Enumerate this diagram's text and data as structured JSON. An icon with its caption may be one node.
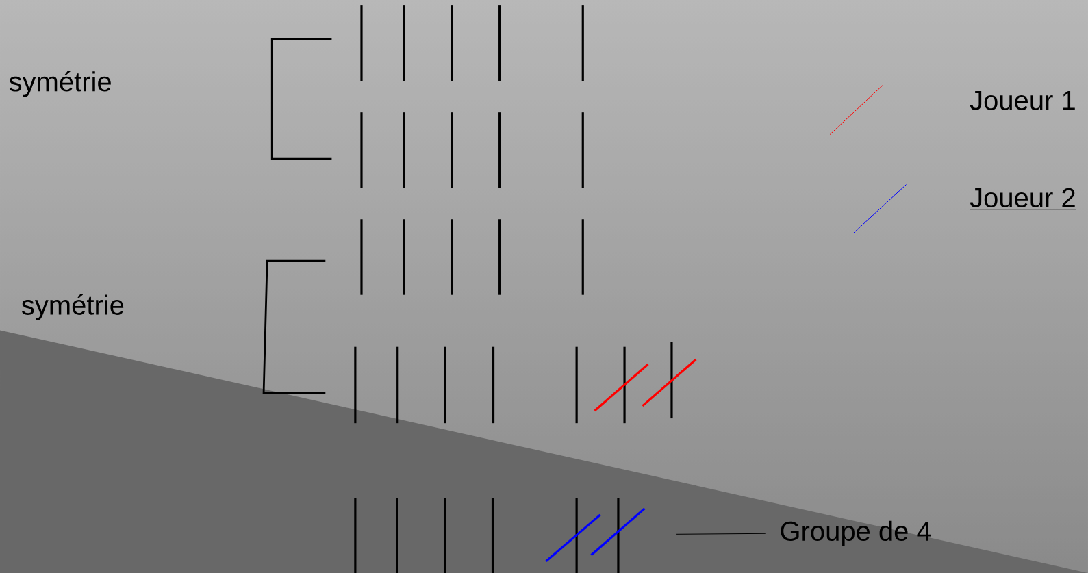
{
  "diagram": {
    "nodes": [
      {
        "text": [],
        "shape": "picture"
      },
      {
        "text": [
          "Groupe de 4"
        ]
      }
    ],
    "edges": [
      {
        "from": 1,
        "to": 0,
        "arrow": "none"
      }
    ],
    "labels": [
      "symétrie",
      "symétrie"
    ],
    "legend": [
      {
        "text": "Joueur 1"
      },
      {
        "text": "Joueur 2"
      }
    ]
  }
}
